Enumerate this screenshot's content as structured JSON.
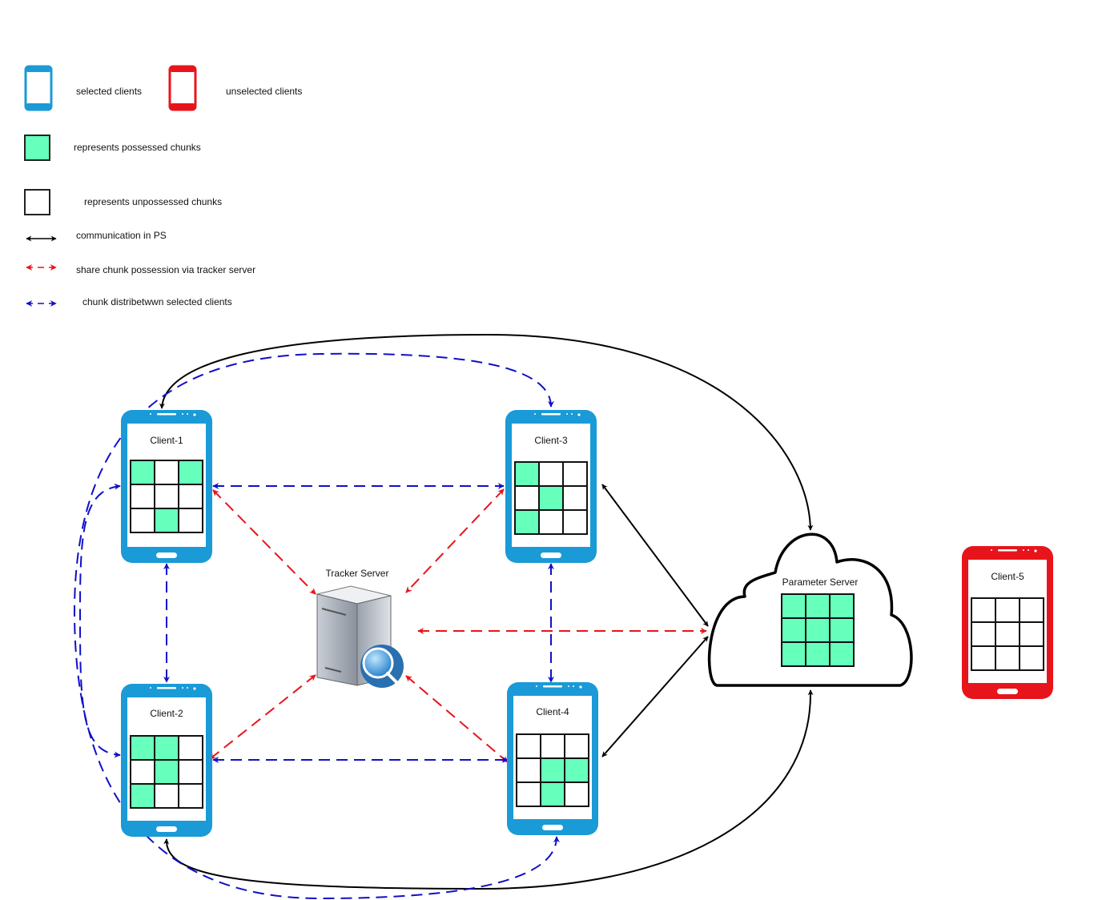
{
  "legend": {
    "selected_clients": "selected clients",
    "unselected_clients": "unselected clients",
    "possessed_chunks": "represents possessed chunks",
    "unpossessed_chunks": "represents unpossessed chunks",
    "ps_communication": "communication in PS",
    "share_possession": "share chunk possession via tracker server",
    "chunk_distribution": "chunk distribetwwn selected clients"
  },
  "colors": {
    "selected_phone": "#1a9ad6",
    "unselected_phone": "#e8141b",
    "possessed_chunk": "#66ffbb",
    "ps_arrow": "#000000",
    "tracker_arrow": "#e8141b",
    "distribution_arrow": "#1010c8"
  },
  "clients": [
    {
      "id": "client-1",
      "label": "Client-1",
      "selected": true,
      "chunks": [
        1,
        0,
        1,
        0,
        0,
        0,
        0,
        1,
        0
      ]
    },
    {
      "id": "client-2",
      "label": "Client-2",
      "selected": true,
      "chunks": [
        1,
        1,
        0,
        0,
        1,
        0,
        1,
        0,
        0
      ]
    },
    {
      "id": "client-3",
      "label": "Client-3",
      "selected": true,
      "chunks": [
        1,
        0,
        0,
        0,
        1,
        0,
        1,
        0,
        0
      ]
    },
    {
      "id": "client-4",
      "label": "Client-4",
      "selected": true,
      "chunks": [
        0,
        0,
        0,
        0,
        1,
        1,
        0,
        1,
        0
      ]
    },
    {
      "id": "client-5",
      "label": "Client-5",
      "selected": false,
      "chunks": [
        0,
        0,
        0,
        0,
        0,
        0,
        0,
        0,
        0
      ]
    }
  ],
  "parameter_server": {
    "label": "Parameter Server",
    "chunks": [
      1,
      1,
      1,
      1,
      1,
      1,
      1,
      1,
      1
    ]
  },
  "tracker_server": {
    "label": "Tracker Server",
    "icon": "server-search-icon"
  }
}
